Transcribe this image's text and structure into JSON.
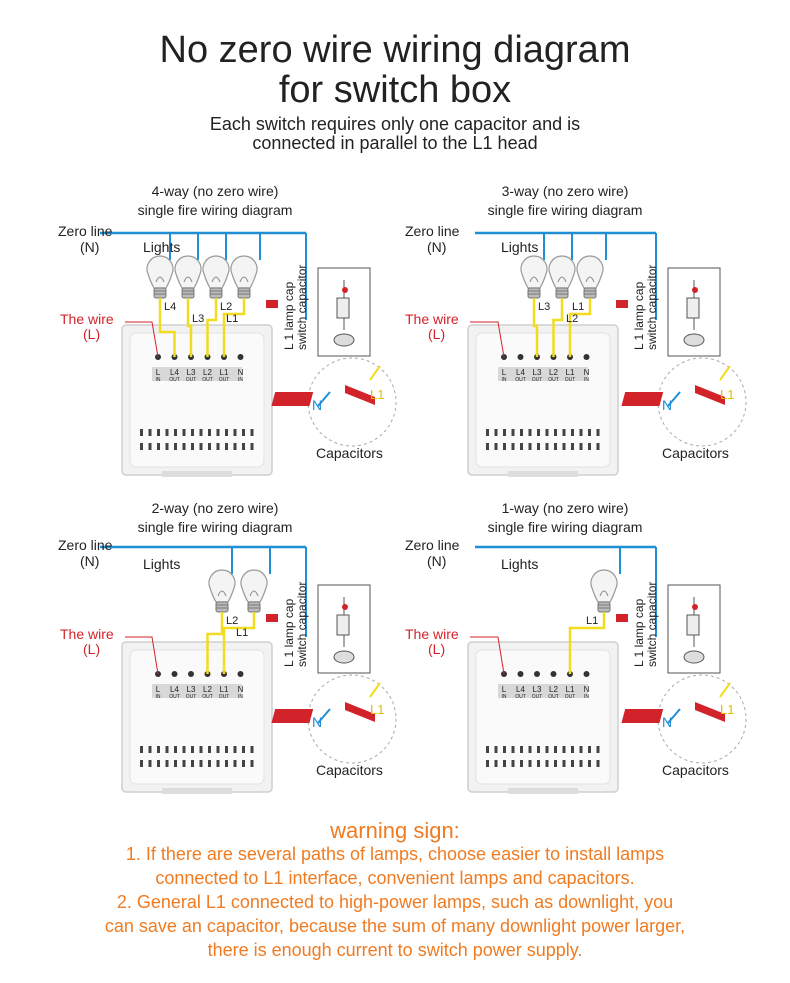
{
  "title_line1": "No zero wire wiring diagram",
  "title_line2": "for switch box",
  "subtitle_line1": "Each switch requires only one capacitor and is",
  "subtitle_line2": "connected in parallel to the L1 head",
  "panels": [
    {
      "title1": "4-way (no zero wire)",
      "title2": "single fire wiring diagram",
      "zero": "Zero line",
      "n": "(N)",
      "lights": "Lights",
      "wire": "The wire",
      "l": "(L)",
      "wire_labels": [
        "L4",
        "L3",
        "L2",
        "L1"
      ],
      "cap_vertical": "L 1 lamp cap",
      "cap_vertical2": "switch capacitor",
      "capacitors": "Capacitors",
      "N": "N",
      "L1": "L1",
      "terminals": [
        "L",
        "L4",
        "L3",
        "L2",
        "L1",
        "N"
      ],
      "terminal_sub": [
        "IN",
        "OUT",
        "OUT",
        "OUT",
        "OUT",
        "IN"
      ]
    },
    {
      "title1": "3-way (no zero wire)",
      "title2": "single fire wiring diagram",
      "zero": "Zero line",
      "n": "(N)",
      "lights": "Lights",
      "wire": "The wire",
      "l": "(L)",
      "wire_labels": [
        "L3",
        "L2",
        "L1"
      ],
      "cap_vertical": "L 1 lamp cap",
      "cap_vertical2": "switch capacitor",
      "capacitors": "Capacitors",
      "N": "N",
      "L1": "L1",
      "terminals": [
        "L",
        "L4",
        "L3",
        "L2",
        "L1",
        "N"
      ],
      "terminal_sub": [
        "IN",
        "OUT",
        "OUT",
        "OUT",
        "OUT",
        "IN"
      ]
    },
    {
      "title1": "2-way (no zero wire)",
      "title2": "single fire wiring diagram",
      "zero": "Zero line",
      "n": "(N)",
      "lights": "Lights",
      "wire": "The wire",
      "l": "(L)",
      "wire_labels": [
        "L2",
        "L1"
      ],
      "cap_vertical": "L 1 lamp cap",
      "cap_vertical2": "switch capacitor",
      "capacitors": "Capacitors",
      "N": "N",
      "L1": "L1",
      "terminals": [
        "L",
        "L4",
        "L3",
        "L2",
        "L1",
        "N"
      ],
      "terminal_sub": [
        "IN",
        "OUT",
        "OUT",
        "OUT",
        "OUT",
        "IN"
      ]
    },
    {
      "title1": "1-way (no zero wire)",
      "title2": "single fire wiring diagram",
      "zero": "Zero line",
      "n": "(N)",
      "lights": "Lights",
      "wire": "The wire",
      "l": "(L)",
      "wire_labels": [
        "L1"
      ],
      "cap_vertical": "L 1 lamp cap",
      "cap_vertical2": "switch capacitor",
      "capacitors": "Capacitors",
      "N": "N",
      "L1": "L1",
      "terminals": [
        "L",
        "L4",
        "L3",
        "L2",
        "L1",
        "N"
      ],
      "terminal_sub": [
        "IN",
        "OUT",
        "OUT",
        "OUT",
        "OUT",
        "IN"
      ]
    }
  ],
  "warning_title": "warning sign:",
  "warning_lines": [
    "1. If there are several paths of lamps, choose easier to install lamps",
    "connected to L1 interface, convenient lamps and capacitors.",
    "2. General L1 connected to high-power lamps, such as downlight, you",
    "can save an capacitor, because the sum of many downlight power larger,",
    "there is enough current to switch power supply."
  ],
  "colors": {
    "zero_line": "#1f8fd6",
    "live_wire": "#f2dc1e",
    "capacitor": "#d3232a",
    "warning": "#f07b20"
  }
}
